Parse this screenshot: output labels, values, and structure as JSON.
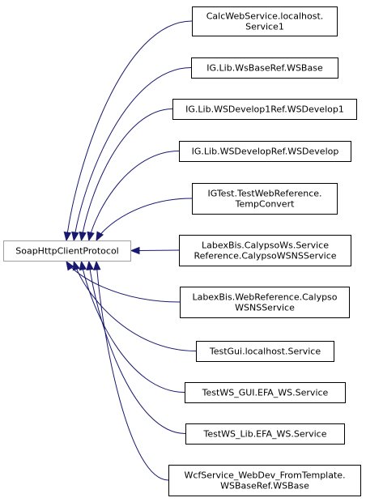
{
  "base_class": {
    "label": "SoapHttpClientProtocol"
  },
  "derived_classes": [
    {
      "lines": [
        "CalcWebService.localhost.",
        "Service1"
      ]
    },
    {
      "lines": [
        "IG.Lib.WsBaseRef.WSBase"
      ]
    },
    {
      "lines": [
        "IG.Lib.WSDevelop1Ref.WSDevelop1"
      ]
    },
    {
      "lines": [
        "IG.Lib.WSDevelopRef.WSDevelop"
      ]
    },
    {
      "lines": [
        "IGTest.TestWebReference.",
        "TempConvert"
      ]
    },
    {
      "lines": [
        "LabexBis.CalypsoWs.Service",
        "Reference.CalypsoWSNSService"
      ]
    },
    {
      "lines": [
        "LabexBis.WebReference.Calypso",
        "WSNSService"
      ]
    },
    {
      "lines": [
        "TestGui.localhost.Service"
      ]
    },
    {
      "lines": [
        "TestWS_GUI.EFA_WS.Service"
      ]
    },
    {
      "lines": [
        "TestWS_Lib.EFA_WS.Service"
      ]
    },
    {
      "lines": [
        "WcfService_WebDev_FromTemplate.",
        "WSBaseRef.WSBase"
      ]
    }
  ],
  "colors": {
    "edge": "#191970",
    "base_border": "#a0a0a0",
    "node_border": "#000000",
    "background": "#ffffff"
  }
}
